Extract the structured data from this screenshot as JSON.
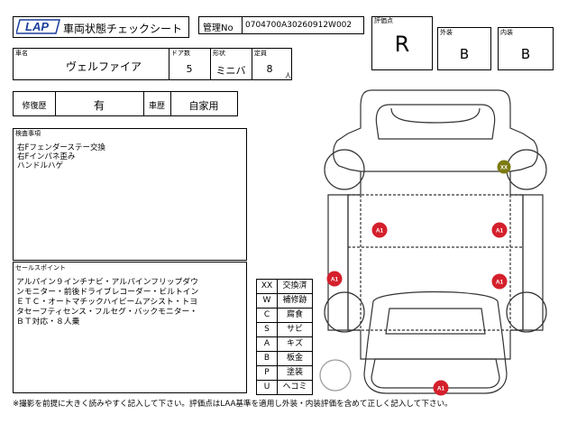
{
  "header": {
    "logo_text": "LAP",
    "title": "車両状態チェックシート",
    "mgmt_label": "管理No",
    "mgmt_value": "0704700A30260912W002"
  },
  "grades": {
    "overall_label": "評価点",
    "overall_value": "R",
    "exterior_label": "外装",
    "exterior_value": "B",
    "interior_label": "内装",
    "interior_value": "B"
  },
  "vehicle": {
    "name_label": "車名",
    "name_value": "ヴェルファイア",
    "doors_label": "ドア数",
    "doors_value": "5",
    "shape_label": "形状",
    "shape_value": "ミニバ",
    "capacity_label": "定員",
    "capacity_value": "8",
    "capacity_unit": "人"
  },
  "history": {
    "repair_label": "修復歴",
    "repair_value": "有",
    "usage_label": "車歴",
    "usage_value": "自家用"
  },
  "inspection": {
    "label": "検査事項",
    "text": "右Fフェンダーステー交換\n右Fインパネ歪み\nハンドルハゲ"
  },
  "sales": {
    "label": "セールスポイント",
    "text": "アルパイン９インチナビ・アルパインフリップダウ\nンモニター・前後ドライブレコーダー・ビルトイン\nＥＴＣ・オートマチックハイビームアシスト・トヨ\nタセーフティセンス・フルセグ・バックモニター・\nＢＴ対応・８人乗"
  },
  "legend": [
    {
      "code": "XX",
      "meaning": "交換済"
    },
    {
      "code": "W",
      "meaning": "補修跡"
    },
    {
      "code": "C",
      "meaning": "腐食"
    },
    {
      "code": "S",
      "meaning": "サビ"
    },
    {
      "code": "A",
      "meaning": "キズ"
    },
    {
      "code": "B",
      "meaning": "板金"
    },
    {
      "code": "P",
      "meaning": "塗装"
    },
    {
      "code": "U",
      "meaning": "ヘコミ"
    }
  ],
  "markers": [
    "XX",
    "A1",
    "A1",
    "A1",
    "A1",
    "A1"
  ],
  "colors": {
    "marker_red": "#d4202c",
    "marker_olive": "#7c7a12",
    "diagram_line": "#333333"
  },
  "footer": "※撮影を前提に大きく読みやすく記入して下さい。評価点はLAA基準を適用し外装・内装評価を含めて正しく記入して下さい。"
}
